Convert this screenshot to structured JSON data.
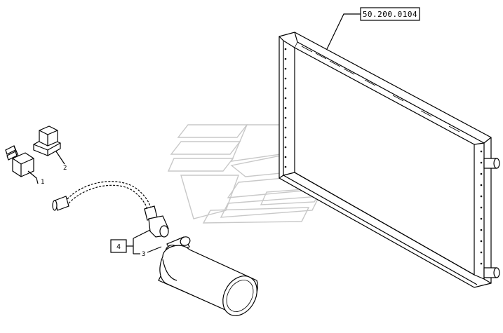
{
  "reference_box": "50.200.0104",
  "callouts": {
    "item1": "1",
    "item2": "2",
    "item3": "3",
    "item4": "4"
  },
  "colors": {
    "line": "#000000",
    "watermark": "#c8c8c8",
    "background": "#ffffff"
  }
}
